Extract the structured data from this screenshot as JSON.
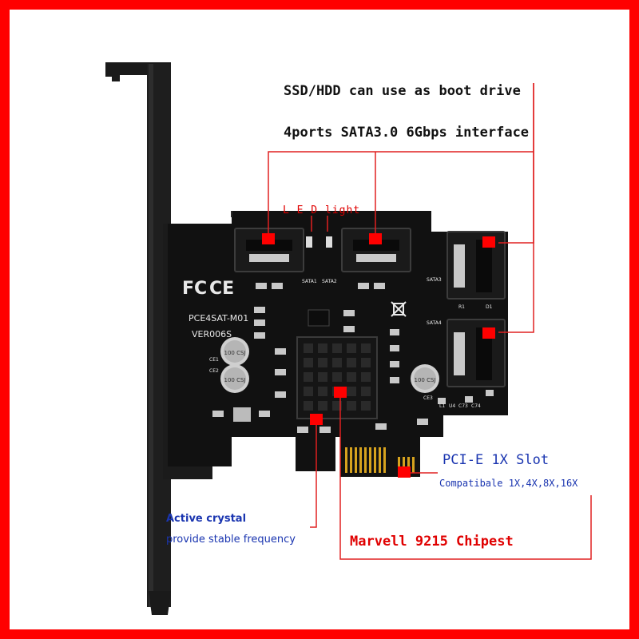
{
  "colors": {
    "frame": "#ff0000",
    "background": "#ffffff",
    "callout_line": "#e02020",
    "callout_dot": "#ff0000",
    "text_dark": "#111111",
    "text_red": "#e00000",
    "text_blue": "#1a35b0",
    "pcb": "#111111",
    "bracket": "#1a1a1a",
    "gold_contacts": "#d6a21e"
  },
  "annotations": {
    "boot_drive": "SSD/HDD can use as boot drive",
    "sata_interface": "4ports SATA3.0 6Gbps interface",
    "led": "L E D  light",
    "pcie_slot": "PCI-E 1X Slot",
    "compatible": "Compatibale 1X,4X,8X,16X",
    "crystal_line1": "Active crystal",
    "crystal_line2": "provide stable frequency",
    "chipset": "Marvell 9215 Chipest"
  },
  "board": {
    "fcc_mark": "FC",
    "ce_mark": "CE",
    "model": "PCE4SAT-M01",
    "version": "VER006S",
    "port_labels": [
      "SATA1",
      "SATA2",
      "SATA3",
      "SATA4"
    ],
    "capacitor_labels": [
      "CE1",
      "CE2",
      "CE3"
    ],
    "capacitor_text": "100 CSJ",
    "component_labels": [
      "R1",
      "D1",
      "L1",
      "U4",
      "C73",
      "C74"
    ]
  }
}
